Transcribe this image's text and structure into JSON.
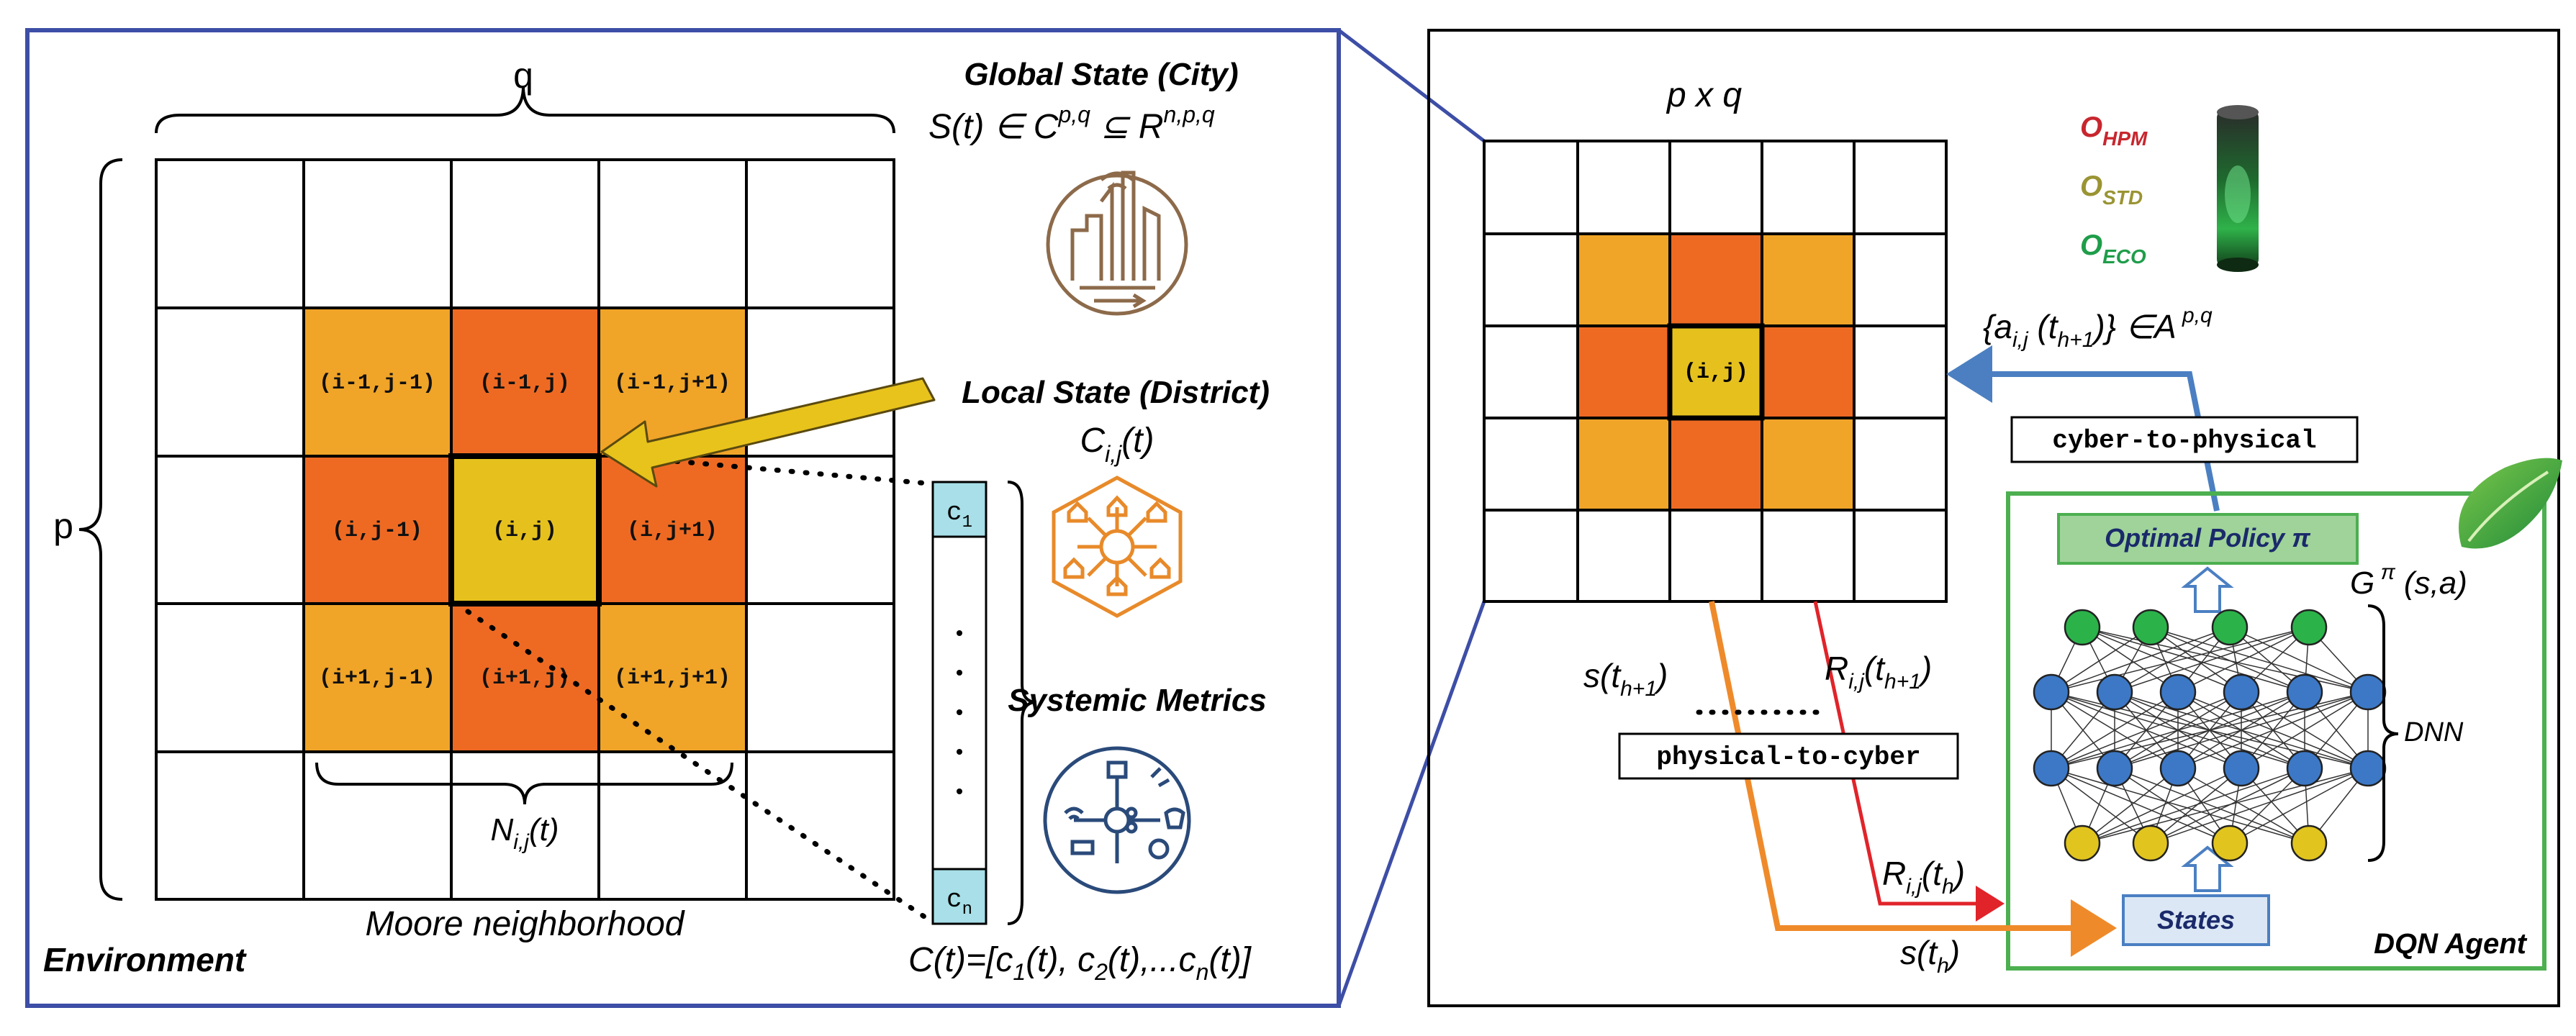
{
  "left_panel": {
    "environment_label": "Environment",
    "q_label": "q",
    "p_label": "p",
    "moore_label": "Moore neighborhood",
    "neighborhood_label": {
      "base": "N",
      "sub": "i,j",
      "tail": "(t)"
    },
    "cells": {
      "tl": "(i-1,j-1)",
      "tc": "(i-1,j)",
      "tr": "(i-1,j+1)",
      "ml": "(i,j-1)",
      "mc": "(i,j)",
      "mr": "(i,j+1)",
      "bl": "(i+1,j-1)",
      "bc": "(i+1,j)",
      "br": "(i+1,j+1)"
    },
    "global_state_title": "Global State (City)",
    "global_state_formula": {
      "a": "S(t) ∈ C",
      "a_sup": "p,q",
      "b": " ⊆ R",
      "b_sup": "n,p,q"
    },
    "local_state_title": "Local State (District)",
    "local_state_formula": {
      "base": "C",
      "sub": "i,j",
      "tail": "(t)"
    },
    "systemic_metrics_title": "Systemic Metrics",
    "vector_top": {
      "base": "c",
      "sub": "1"
    },
    "vector_bottom": {
      "base": "c",
      "sub": "n"
    },
    "vector_formula": {
      "p1": "C(t)=[c",
      "s1": "1",
      "p2": "(t), c",
      "s2": "2",
      "p3": "(t),...c",
      "s3": "n",
      "p4": "(t)]"
    }
  },
  "right_panel": {
    "grid_label": "p x q",
    "center_cell": "(i,j)",
    "o_hpm": {
      "base": "O",
      "sub": "HPM"
    },
    "o_std": {
      "base": "O",
      "sub": "STD"
    },
    "o_eco": {
      "base": "O",
      "sub": "ECO"
    },
    "action_formula": {
      "p1": "{a",
      "s1": "i,j",
      "p2": " (t",
      "s2": "h+1",
      "p3": ")} ∈A",
      "sup": " p,q"
    },
    "cyber_to_physical": "cyber-to-physical",
    "physical_to_cyber": "physical-to-cyber",
    "optimal_policy": "Optimal Policy π",
    "g_formula": {
      "base": "G",
      "sup": " π",
      "tail": " (s,a)"
    },
    "dnn_label": "DNN",
    "states_label": "States",
    "dqn_label": "DQN Agent",
    "s_next": {
      "p1": "s(t",
      "sub": "h+1",
      "p2": ")"
    },
    "r_next": {
      "base": "R",
      "sub": "i,j",
      "p1": "(t",
      "sub2": "h+1",
      "p2": ")"
    },
    "r_now": {
      "base": "R",
      "sub": "i,j",
      "p1": "(t",
      "sub2": "h",
      "p2": ")"
    },
    "s_now": {
      "p1": "s(t",
      "sub": "h",
      "p2": ")"
    }
  },
  "colors": {
    "panel_border_blue": "#3d4ea6",
    "light_orange": "#f0a428",
    "dark_orange": "#ee6a23",
    "yellow_center": "#e6c11e",
    "arrow_yellow": "#e8c31c",
    "vector_cyan": "#a8dfe8",
    "agent_green": "#4caf50",
    "policy_green": "#9fd39a",
    "states_blue": "#dbe7f4",
    "arrow_blue": "#4b7fc2",
    "arrow_orange": "#ef8a2a",
    "arrow_red": "#e0242a",
    "hpm_red": "#c8262e",
    "std_olive": "#9a9433",
    "eco_green": "#1f9d4a",
    "node_green": "#2bb34a",
    "node_blue": "#3c78c6",
    "node_yellow": "#e1c51e",
    "icon_brown": "#8c6a4a",
    "icon_orange": "#e88a2a",
    "icon_navy": "#2a4a7a"
  },
  "icons": [
    "city-skyline-icon",
    "district-network-icon",
    "smart-city-iot-icon",
    "traffic-light-icon",
    "leaf-logo-icon"
  ]
}
